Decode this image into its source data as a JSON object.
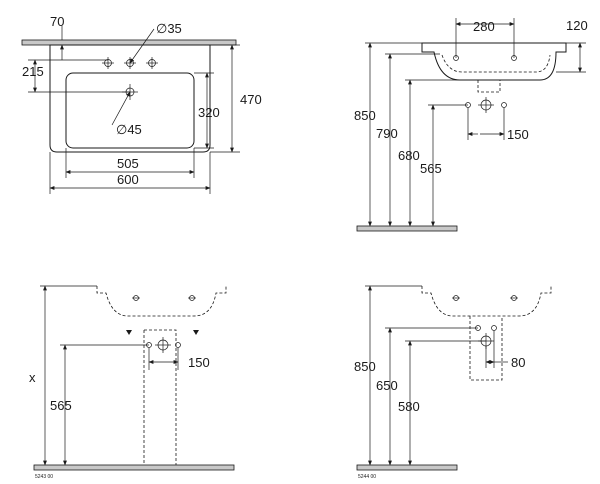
{
  "top_view": {
    "dim_70": "70",
    "dim_35": "∅35",
    "dim_215": "215",
    "dim_470": "470",
    "dim_320": "320",
    "dim_45": "∅45",
    "dim_505": "505",
    "dim_600": "600"
  },
  "side_view": {
    "dim_280": "280",
    "dim_120": "120",
    "dim_850": "850",
    "dim_790": "790",
    "dim_680": "680",
    "dim_565": "565",
    "dim_150": "150"
  },
  "pedestal_view": {
    "dim_x": "x",
    "dim_565": "565",
    "dim_150": "150",
    "code": "5243 00"
  },
  "semi_pedestal_view": {
    "dim_850": "850",
    "dim_650": "650",
    "dim_580": "580",
    "dim_80": "80",
    "code": "5244 00"
  }
}
